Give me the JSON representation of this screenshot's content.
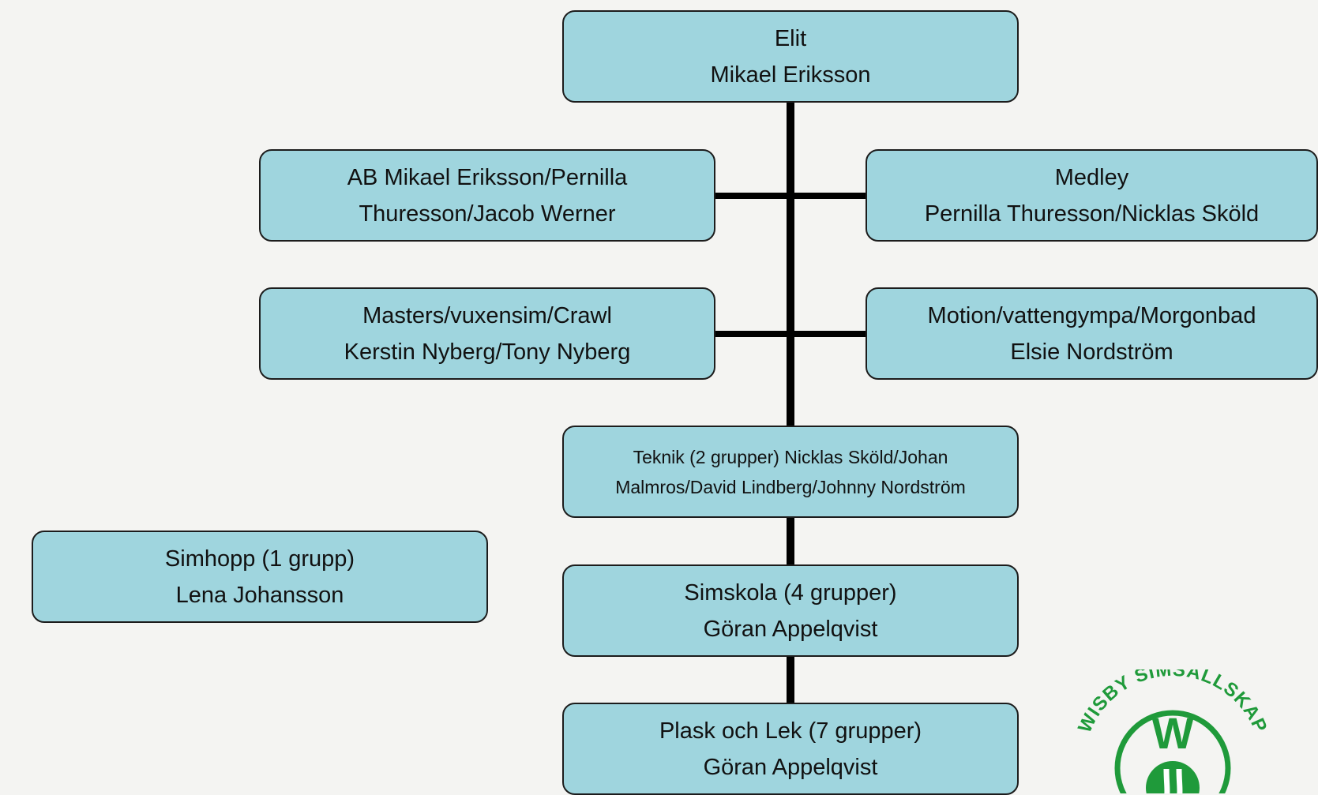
{
  "boxes": {
    "elit": {
      "line1": "Elit",
      "line2": "Mikael Eriksson"
    },
    "ab": {
      "line1": "AB Mikael Eriksson/Pernilla",
      "line2": "Thuresson/Jacob Werner"
    },
    "medley": {
      "line1": "Medley",
      "line2": "Pernilla Thuresson/Nicklas Sköld"
    },
    "masters": {
      "line1": "Masters/vuxensim/Crawl",
      "line2": "Kerstin Nyberg/Tony Nyberg"
    },
    "motion": {
      "line1": "Motion/vattengympa/Morgonbad",
      "line2": "Elsie Nordström"
    },
    "teknik": {
      "line1": "Teknik (2 grupper) Nicklas Sköld/Johan",
      "line2": "Malmros/David Lindberg/Johnny Nordström"
    },
    "simhopp": {
      "line1": "Simhopp (1 grupp)",
      "line2": "Lena Johansson"
    },
    "simskola": {
      "line1": "Simskola (4 grupper)",
      "line2": "Göran Appelqvist"
    },
    "plask": {
      "line1": "Plask och Lek (7 grupper)",
      "line2": "Göran Appelqvist"
    }
  },
  "logo": {
    "text": "WISBY SIMSÄLLSKAP",
    "initial": "W"
  },
  "colors": {
    "box_fill": "#9fd5de",
    "box_border": "#1c1c1c",
    "connector": "#000000",
    "logo_green": "#1f9a3a"
  }
}
